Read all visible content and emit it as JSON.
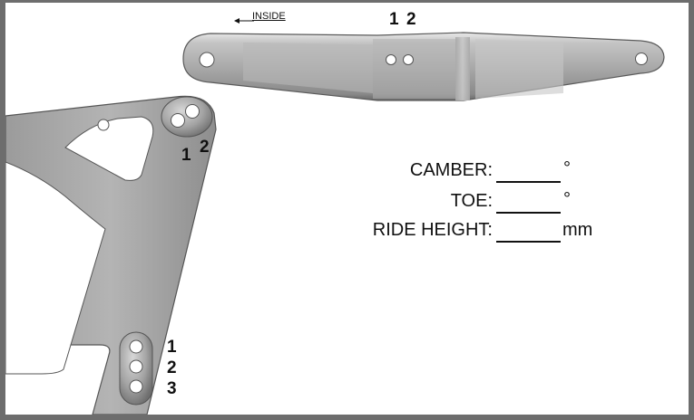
{
  "inside_label": "INSIDE",
  "top_link": {
    "hole_labels": [
      "1",
      "2"
    ]
  },
  "upper_holes_labels": [
    "1",
    "2"
  ],
  "lower_holes_labels": [
    "1",
    "2",
    "3"
  ],
  "setup_fields": [
    {
      "label": "CAMBER:",
      "unit": "°"
    },
    {
      "label": "TOE:",
      "unit": "°"
    },
    {
      "label": "RIDE HEIGHT:",
      "unit": "mm"
    }
  ]
}
